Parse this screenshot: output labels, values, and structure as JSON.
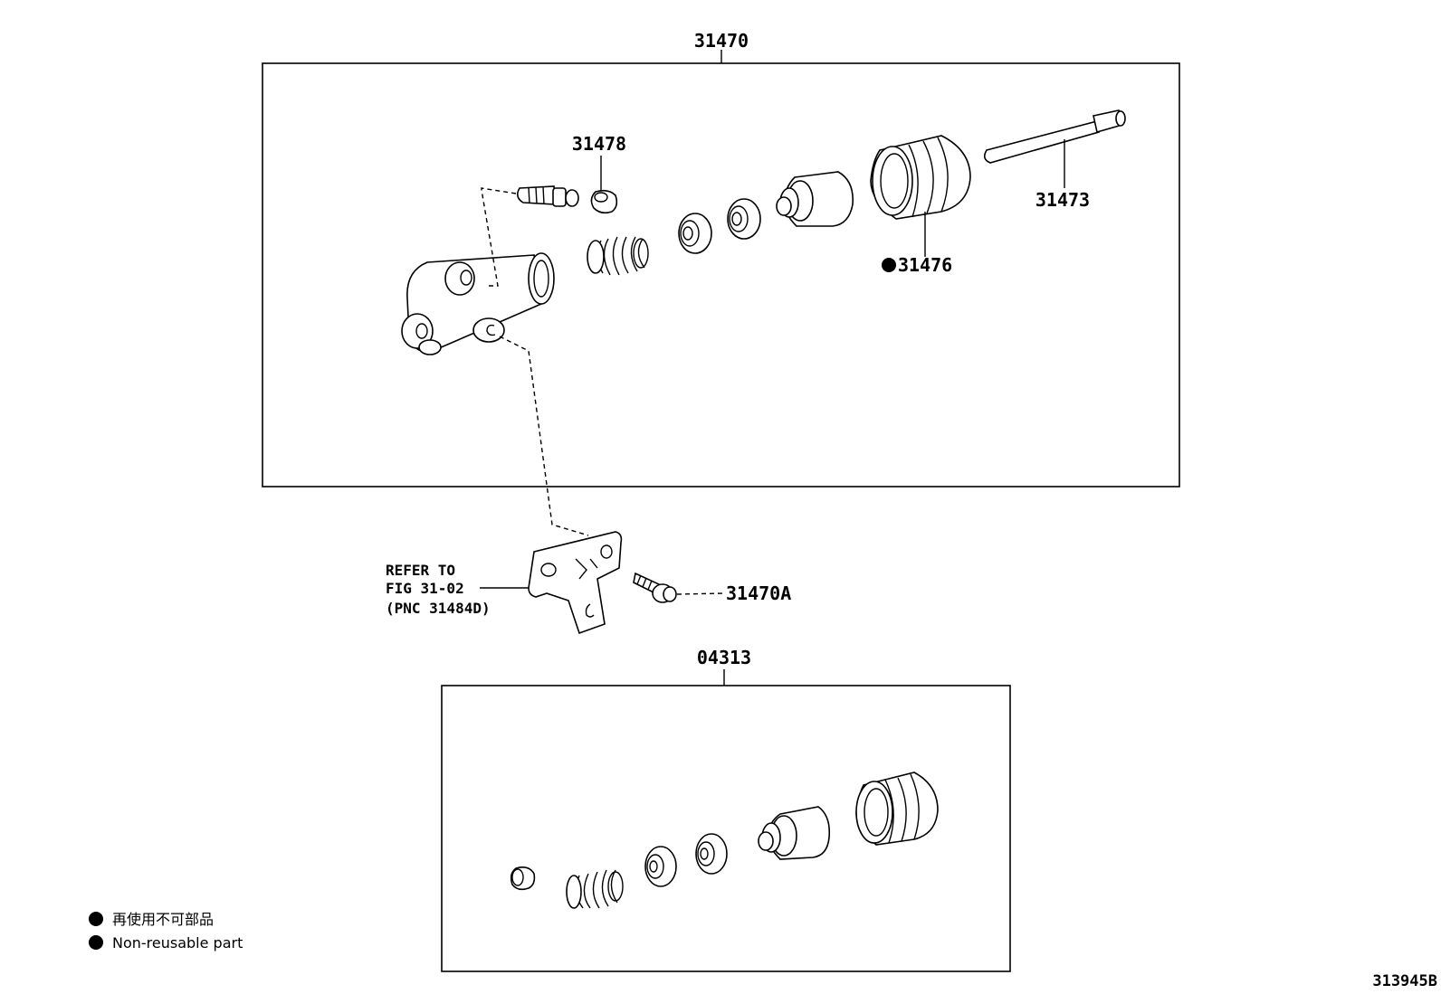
{
  "labels": {
    "assembly_top": "31470",
    "bleeder_cap": "31478",
    "push_rod": "31473",
    "boot": "31476",
    "bolt": "31470A",
    "kit": "04313",
    "refer_line1": "REFER TO",
    "refer_line2": "FIG 31-02",
    "refer_line3": "(PNC 31484D)",
    "figure_code": "313945B"
  },
  "legend": {
    "japanese": "再使用不可部品",
    "english": "Non-reusable part"
  },
  "colors": {
    "line": "#000000",
    "background": "#ffffff"
  }
}
